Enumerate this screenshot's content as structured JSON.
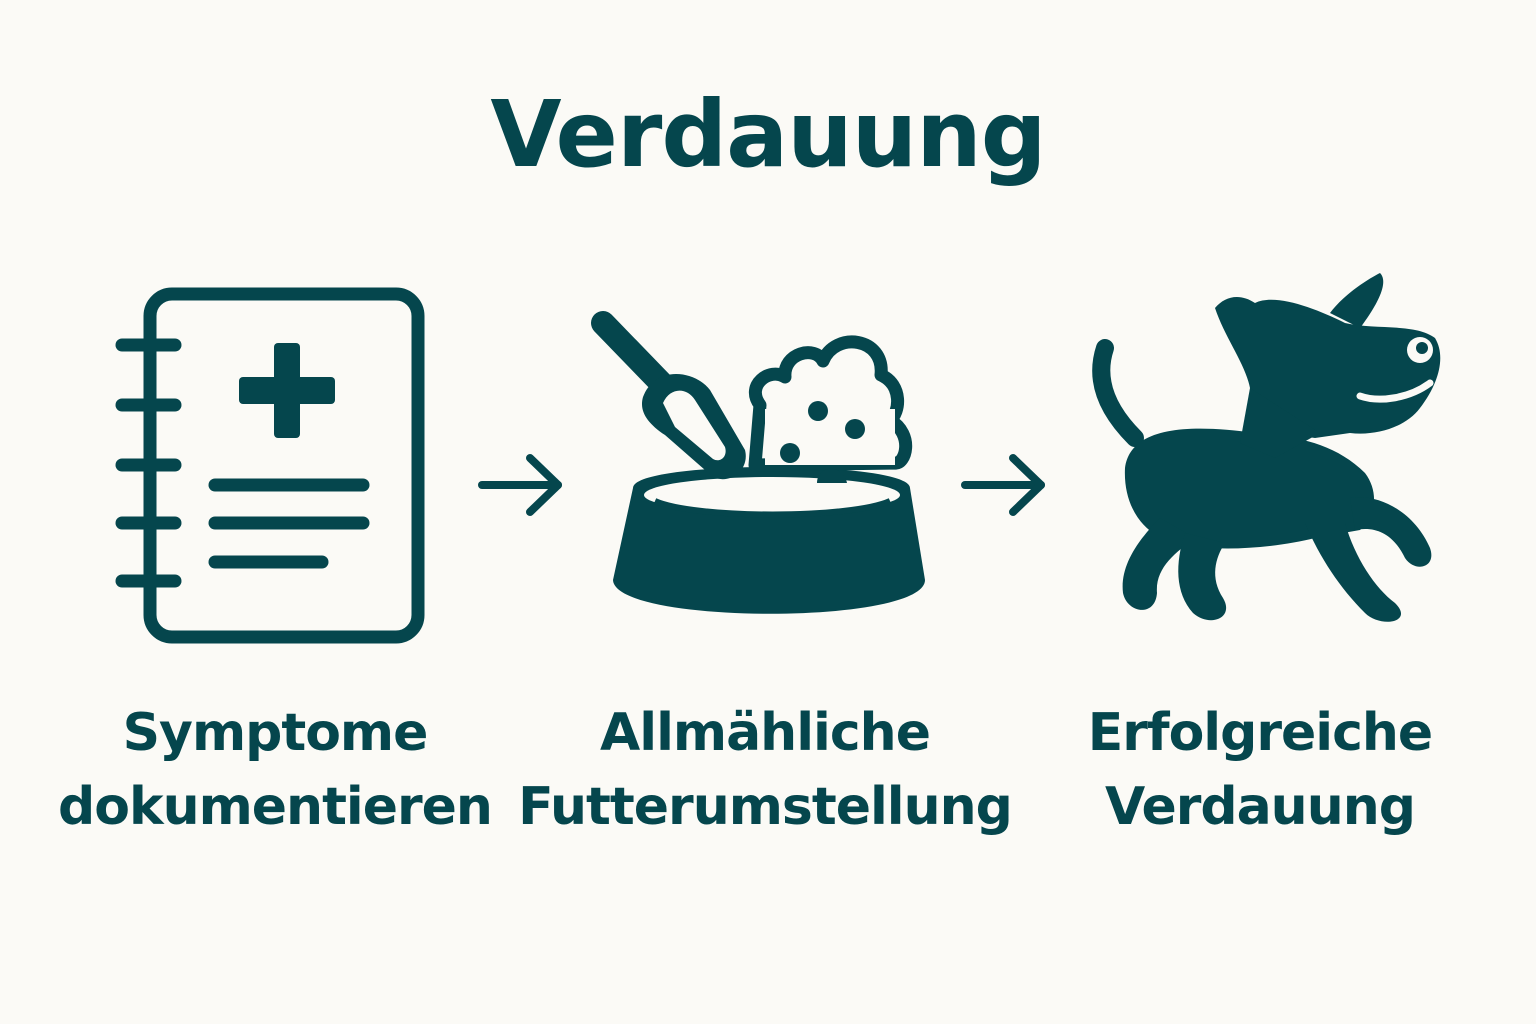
{
  "title": "Verdauung",
  "colors": {
    "background": "#fbfaf6",
    "primary": "#05464d"
  },
  "steps": [
    {
      "icon": "medical-notebook-icon",
      "line1": "Symptome",
      "line2": "dokumentieren"
    },
    {
      "icon": "food-bowl-scoop-icon",
      "line1": "Allmähliche",
      "line2": "Futterumstellung"
    },
    {
      "icon": "happy-dog-icon",
      "line1": "Erfolgreiche",
      "line2": "Verdauung"
    }
  ],
  "connectors": [
    "arrow-right-icon",
    "arrow-right-icon"
  ]
}
